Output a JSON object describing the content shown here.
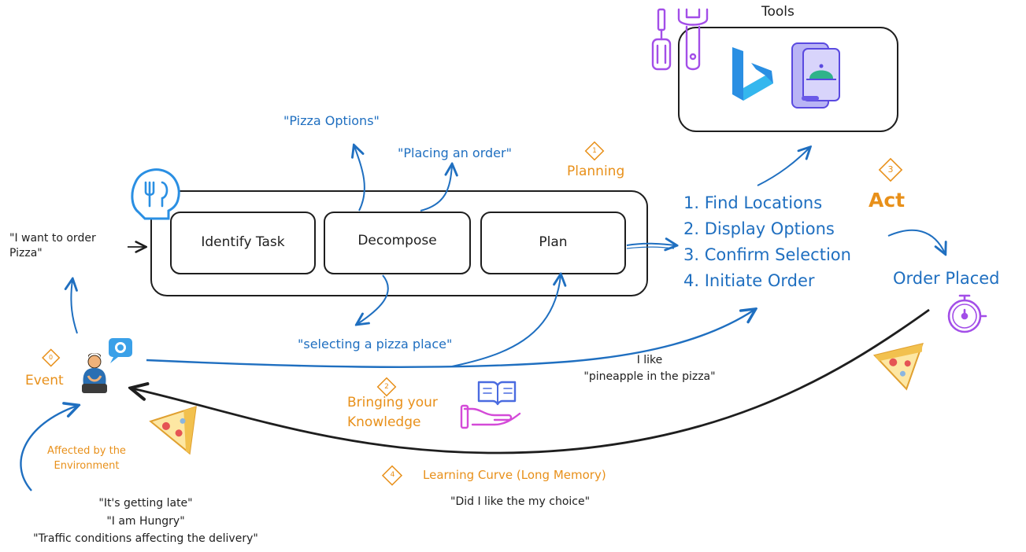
{
  "colors": {
    "stroke": "#1e1e1e",
    "blue": "#1f6fc0",
    "orange": "#e8901a",
    "purple": "#a34ee8",
    "bing": "#2a8fe3",
    "pizza_crust": "#f2c14e",
    "pizza_cheese": "#fde7a3",
    "pizza_pepperoni": "#e55454"
  },
  "tools": {
    "title": "Tools",
    "icons": [
      "screwdriver-wrench-icon",
      "bing-logo-icon",
      "food-delivery-app-icon"
    ]
  },
  "agent": {
    "icon": "brain-fork-knife-icon",
    "steps": [
      "Identify Task",
      "Decompose",
      "Plan"
    ]
  },
  "input_quote": {
    "line1": "\"I want to order",
    "line2": "Pizza\""
  },
  "decompose_outputs": {
    "pizza_options": "\"Pizza Options\"",
    "placing_order": "\"Placing an order\"",
    "selecting_place": "\"selecting a pizza place\""
  },
  "stages": {
    "planning": {
      "number": "1",
      "label": "Planning"
    },
    "knowledge": {
      "number": "2",
      "line1": "Bringing your",
      "line2": "Knowledge",
      "icon": "knowledge-hand-book-icon"
    },
    "act": {
      "number": "3",
      "label": "Act"
    },
    "learning": {
      "number": "4",
      "label": "Learning Curve (Long Memory)"
    },
    "event": {
      "number": "0",
      "label": "Event"
    }
  },
  "plan_steps": [
    "1. Find Locations",
    "2. Display Options",
    "3. Confirm Selection",
    "4. Initiate Order"
  ],
  "order_placed": {
    "label": "Order Placed",
    "icon": "stopwatch-icon"
  },
  "preference": {
    "line1": "I like",
    "line2": "\"pineapple in the pizza\""
  },
  "learning_quote": "\"Did I like the my choice\"",
  "environment": {
    "label_line1": "Affected by the",
    "label_line2": "Environment",
    "quotes": [
      "\"It's getting late\"",
      "\"I am Hungry\"",
      "\"Traffic conditions affecting the delivery\""
    ]
  },
  "person": {
    "icon": "hungry-person-icon",
    "bubble_icon": "food-thought-bubble-icon"
  },
  "pizza_icons": [
    "pizza-slice-icon",
    "pizza-slice-icon"
  ]
}
